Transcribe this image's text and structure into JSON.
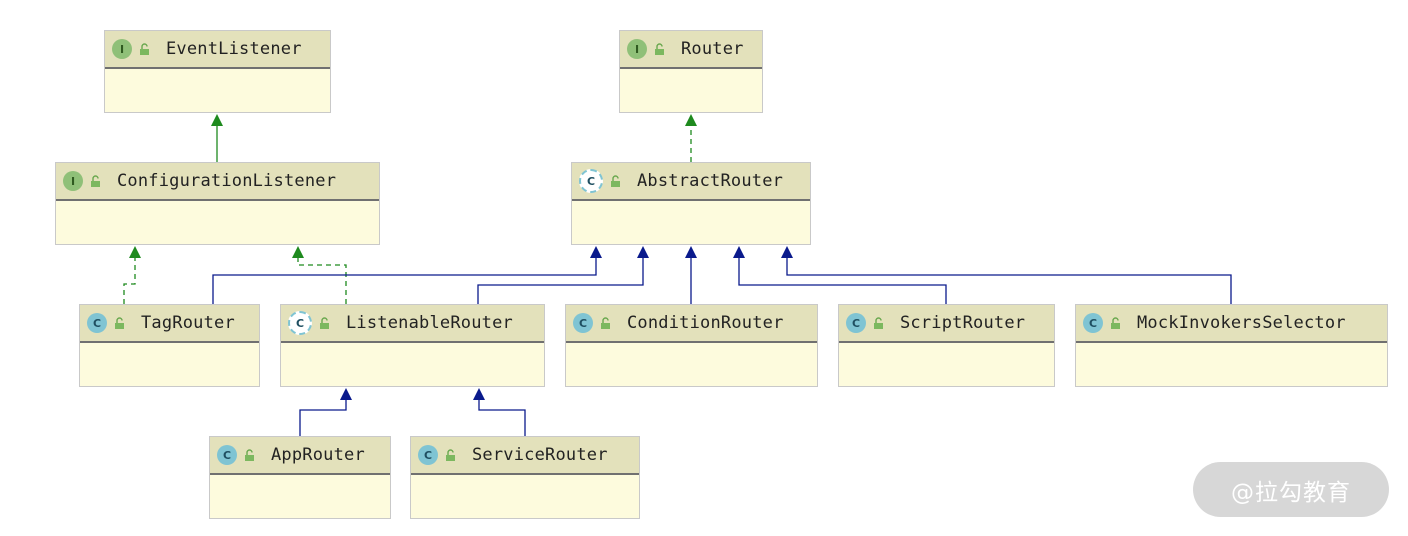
{
  "diagram": {
    "nodes": [
      {
        "id": "event-listener",
        "name": "EventListener",
        "kind": "interface",
        "kind_letter": "I"
      },
      {
        "id": "router",
        "name": "Router",
        "kind": "interface",
        "kind_letter": "I"
      },
      {
        "id": "configuration-listener",
        "name": "ConfigurationListener",
        "kind": "interface",
        "kind_letter": "I"
      },
      {
        "id": "abstract-router",
        "name": "AbstractRouter",
        "kind": "abstract-class",
        "kind_letter": "C"
      },
      {
        "id": "tag-router",
        "name": "TagRouter",
        "kind": "class",
        "kind_letter": "C"
      },
      {
        "id": "listenable-router",
        "name": "ListenableRouter",
        "kind": "abstract-class",
        "kind_letter": "C"
      },
      {
        "id": "condition-router",
        "name": "ConditionRouter",
        "kind": "class",
        "kind_letter": "C"
      },
      {
        "id": "script-router",
        "name": "ScriptRouter",
        "kind": "class",
        "kind_letter": "C"
      },
      {
        "id": "mock-invokers-selector",
        "name": "MockInvokersSelector",
        "kind": "class",
        "kind_letter": "C"
      },
      {
        "id": "app-router",
        "name": "AppRouter",
        "kind": "class",
        "kind_letter": "C"
      },
      {
        "id": "service-router",
        "name": "ServiceRouter",
        "kind": "class",
        "kind_letter": "C"
      }
    ],
    "edges": [
      {
        "from": "configuration-listener",
        "to": "event-listener",
        "type": "extends"
      },
      {
        "from": "abstract-router",
        "to": "router",
        "type": "implements"
      },
      {
        "from": "tag-router",
        "to": "configuration-listener",
        "type": "implements"
      },
      {
        "from": "listenable-router",
        "to": "configuration-listener",
        "type": "implements"
      },
      {
        "from": "tag-router",
        "to": "abstract-router",
        "type": "extends"
      },
      {
        "from": "listenable-router",
        "to": "abstract-router",
        "type": "extends"
      },
      {
        "from": "condition-router",
        "to": "abstract-router",
        "type": "extends"
      },
      {
        "from": "script-router",
        "to": "abstract-router",
        "type": "extends"
      },
      {
        "from": "mock-invokers-selector",
        "to": "abstract-router",
        "type": "extends"
      },
      {
        "from": "app-router",
        "to": "listenable-router",
        "type": "extends"
      },
      {
        "from": "service-router",
        "to": "listenable-router",
        "type": "extends"
      }
    ],
    "colors": {
      "extends_interface": "#1e8a1e",
      "extends_class": "#0a1a8c",
      "implements": "#1e8a1e"
    }
  },
  "watermark": "@拉勾教育"
}
